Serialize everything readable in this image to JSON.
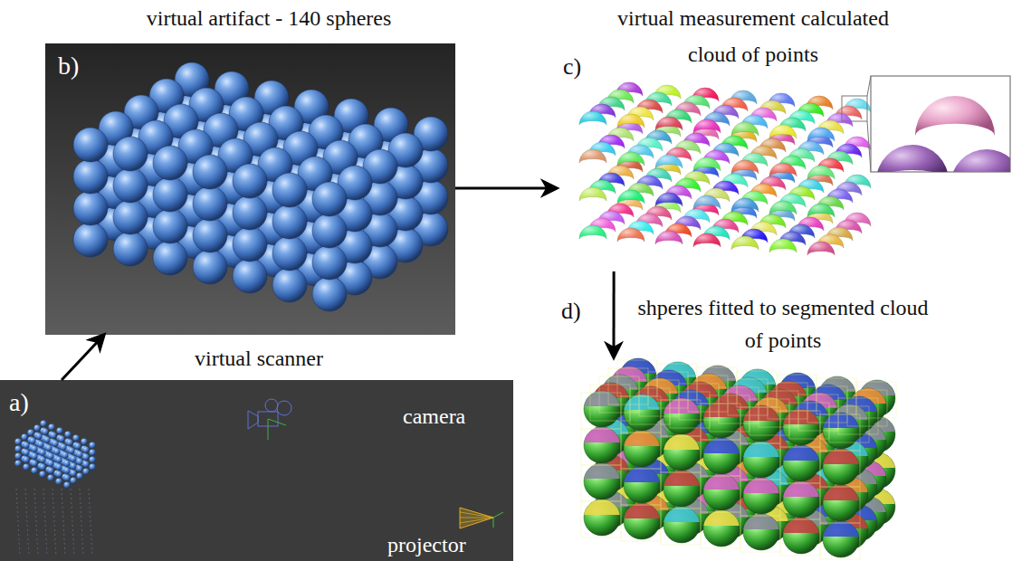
{
  "diagram": {
    "nodes": [
      {
        "text": [
          "virtual artifact - 140 spheres",
          "b)"
        ]
      },
      {
        "text": [
          "virtual measurement calculated cloud of points",
          "c)"
        ]
      },
      {
        "text": [
          "virtual scanner",
          "a)"
        ]
      },
      {
        "text": [
          "shperes fitted to segmented cloud of points",
          "d)"
        ]
      }
    ],
    "edges": [
      {
        "from": 2,
        "to": 0,
        "arrow": "to"
      },
      {
        "from": 0,
        "to": 1,
        "arrow": "to"
      },
      {
        "from": 1,
        "to": 3,
        "arrow": "to"
      }
    ],
    "labels": [
      "camera",
      "projector"
    ]
  }
}
